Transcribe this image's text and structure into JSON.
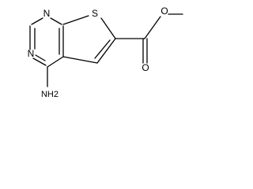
{
  "structure": {
    "atoms": {
      "n_top": "N",
      "n_left": "N",
      "s": "S",
      "o_ester": "O",
      "o_carbonyl": "O",
      "nh2": "NH2"
    }
  }
}
